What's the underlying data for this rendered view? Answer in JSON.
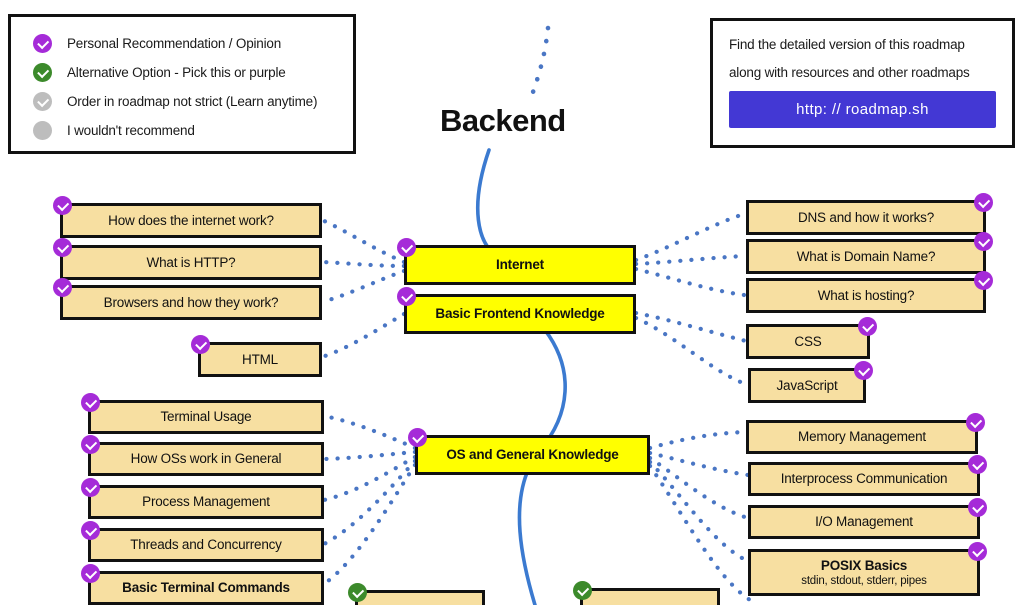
{
  "title": "Backend",
  "colors": {
    "primary_node": "#ffff00",
    "side_node": "#f7dfa1",
    "node_border": "#111111",
    "purple_badge": "#a52bd8",
    "green_badge": "#3c8a2b",
    "gray_badge": "#bdbdbd",
    "connector": "#4a76c4",
    "spine": "#3b7ad0",
    "url_button": "#4338d4"
  },
  "legend": {
    "items": [
      {
        "badge": "purple-check-icon",
        "label": "Personal Recommendation / Opinion"
      },
      {
        "badge": "green-check-icon",
        "label": "Alternative Option - Pick this or purple"
      },
      {
        "badge": "gray-check-icon",
        "label": "Order in roadmap not strict (Learn anytime)"
      },
      {
        "badge": "gray-circle-icon",
        "label": "I wouldn't recommend"
      }
    ]
  },
  "infobox": {
    "line1": "Find the detailed version of this roadmap",
    "line2": "along with resources and other roadmaps",
    "url_label": "http: // roadmap.sh"
  },
  "nodes": {
    "internet": "Internet",
    "basic_frontend": "Basic Frontend Knowledge",
    "os_general": "OS and General Knowledge",
    "how_internet_works": "How does the internet work?",
    "what_is_http": "What is HTTP?",
    "browsers": "Browsers and how they work?",
    "html": "HTML",
    "dns": "DNS and how it works?",
    "domain_name": "What is Domain Name?",
    "hosting": "What is hosting?",
    "css": "CSS",
    "javascript": "JavaScript",
    "terminal_usage": "Terminal Usage",
    "how_os_work": "How OSs work in General",
    "process_management": "Process Management",
    "threads_concurrency": "Threads and Concurrency",
    "basic_terminal_commands": "Basic Terminal Commands",
    "memory_management": "Memory Management",
    "interprocess_communication": "Interprocess Communication",
    "io_management": "I/O Management",
    "posix_title": "POSIX Basics",
    "posix_sub": "stdin, stdout, stderr, pipes"
  }
}
